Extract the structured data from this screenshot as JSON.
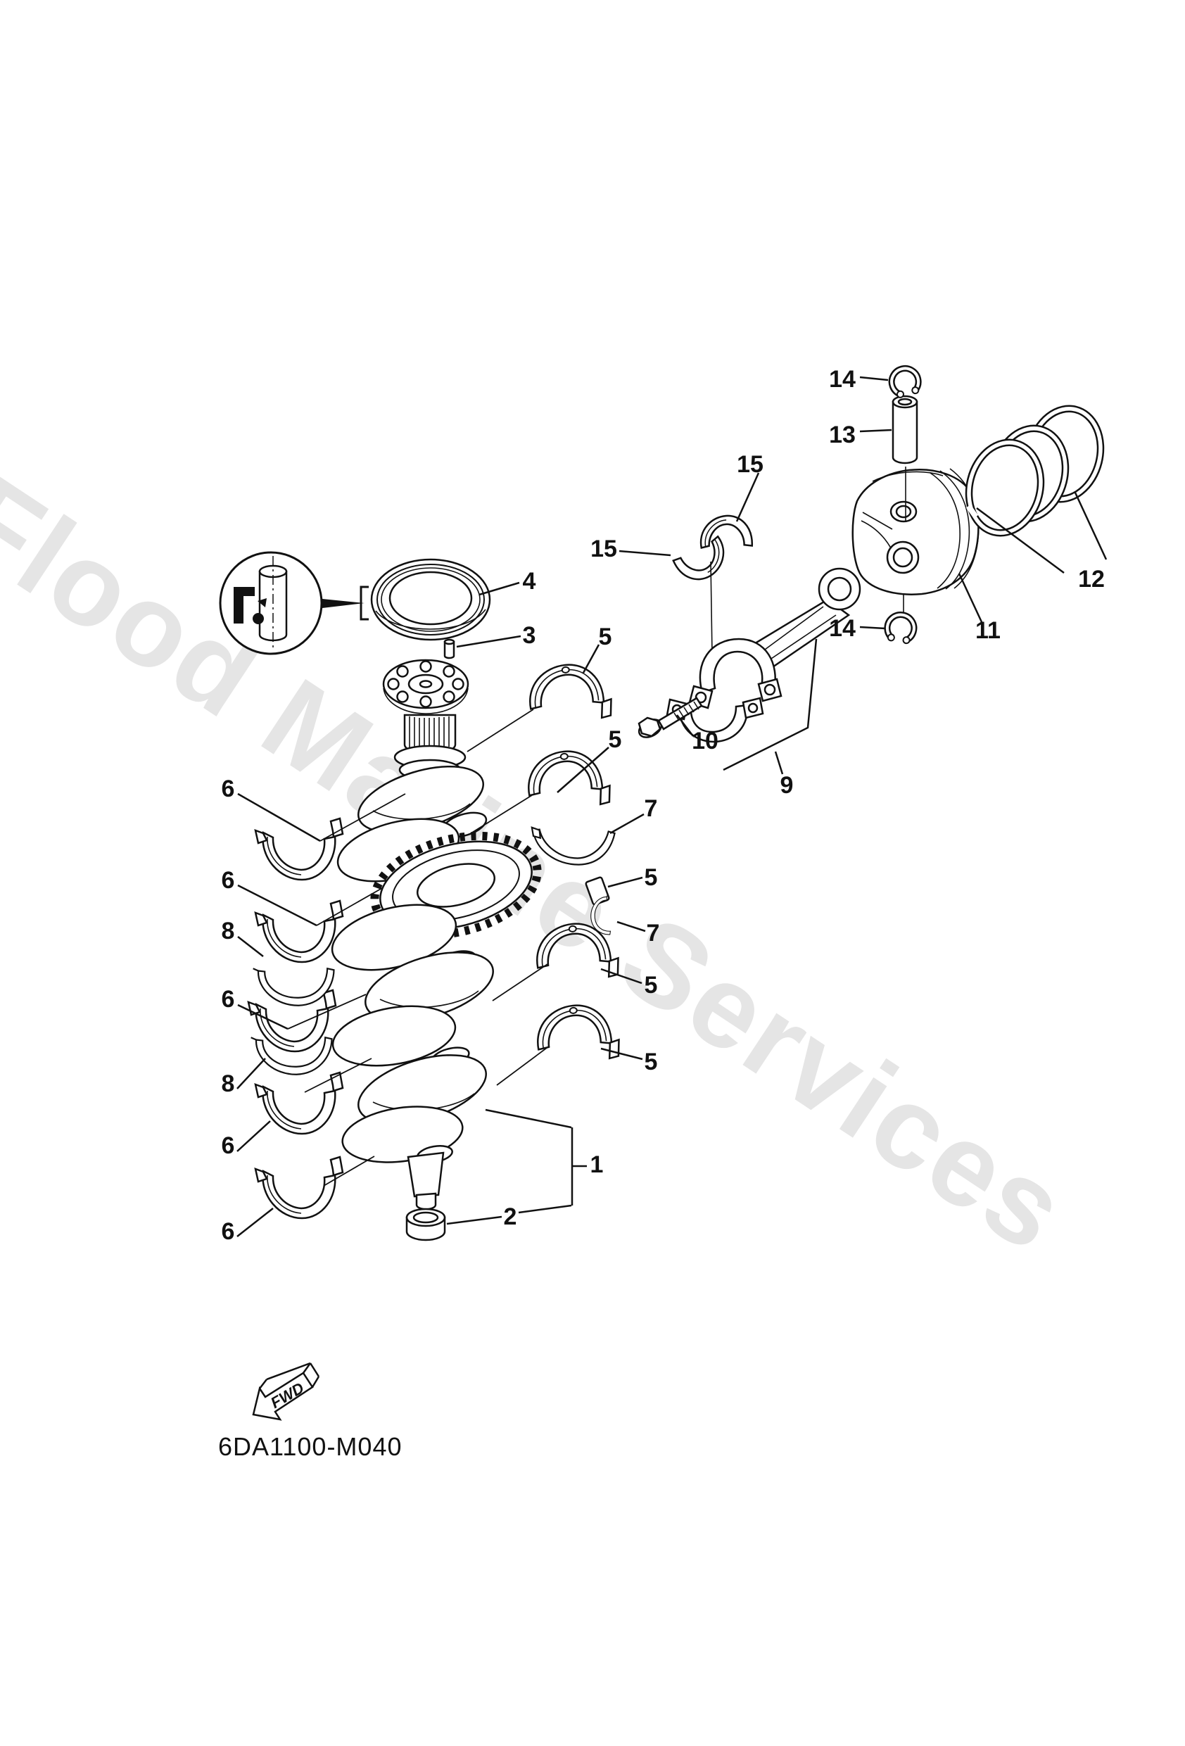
{
  "document": {
    "type": "exploded-parts-diagram",
    "subject": "crankshaft-and-piston",
    "drawing_number": "6DA1100-M040",
    "watermark_text": "Flood Marine Services",
    "direction_label": "FWD"
  },
  "colors": {
    "background": "#ffffff",
    "line": "#111111",
    "watermark": "#e5e5e5"
  },
  "callouts": [
    {
      "label": "14"
    },
    {
      "label": "13"
    },
    {
      "label": "15"
    },
    {
      "label": "15"
    },
    {
      "label": "4"
    },
    {
      "label": "3"
    },
    {
      "label": "5"
    },
    {
      "label": "12"
    },
    {
      "label": "11"
    },
    {
      "label": "14"
    },
    {
      "label": "5"
    },
    {
      "label": "10"
    },
    {
      "label": "9"
    },
    {
      "label": "6"
    },
    {
      "label": "7"
    },
    {
      "label": "6"
    },
    {
      "label": "5"
    },
    {
      "label": "8"
    },
    {
      "label": "7"
    },
    {
      "label": "6"
    },
    {
      "label": "5"
    },
    {
      "label": "8"
    },
    {
      "label": "5"
    },
    {
      "label": "6"
    },
    {
      "label": "1"
    },
    {
      "label": "2"
    },
    {
      "label": "6"
    }
  ]
}
